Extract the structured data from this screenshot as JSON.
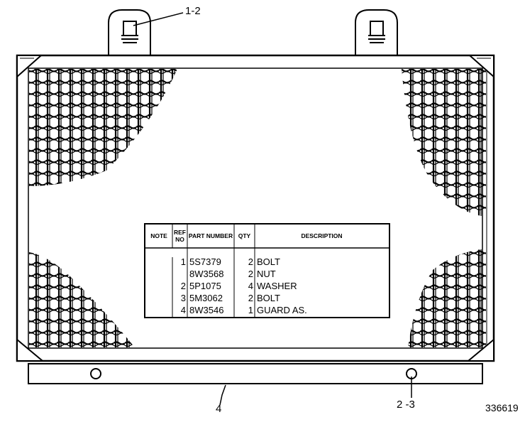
{
  "figure_id": "336619",
  "callouts": {
    "top": "1-2",
    "bottom_left": "4",
    "bottom_right": "2 -3"
  },
  "table": {
    "headers": {
      "note": "NOTE",
      "ref_no": "REF NO",
      "part_number": "PART NUMBER",
      "qty": "QTY",
      "description": "DESCRIPTION"
    },
    "rows": [
      {
        "ref": "1",
        "part": "5S7379",
        "qty": "2",
        "desc": "BOLT"
      },
      {
        "ref": "",
        "part": "8W3568",
        "qty": "2",
        "desc": "NUT"
      },
      {
        "ref": "2",
        "part": "5P1075",
        "qty": "4",
        "desc": "WASHER"
      },
      {
        "ref": "3",
        "part": "5M3062",
        "qty": "2",
        "desc": "BOLT"
      },
      {
        "ref": "4",
        "part": "8W3546",
        "qty": "1",
        "desc": "GUARD AS."
      }
    ]
  }
}
